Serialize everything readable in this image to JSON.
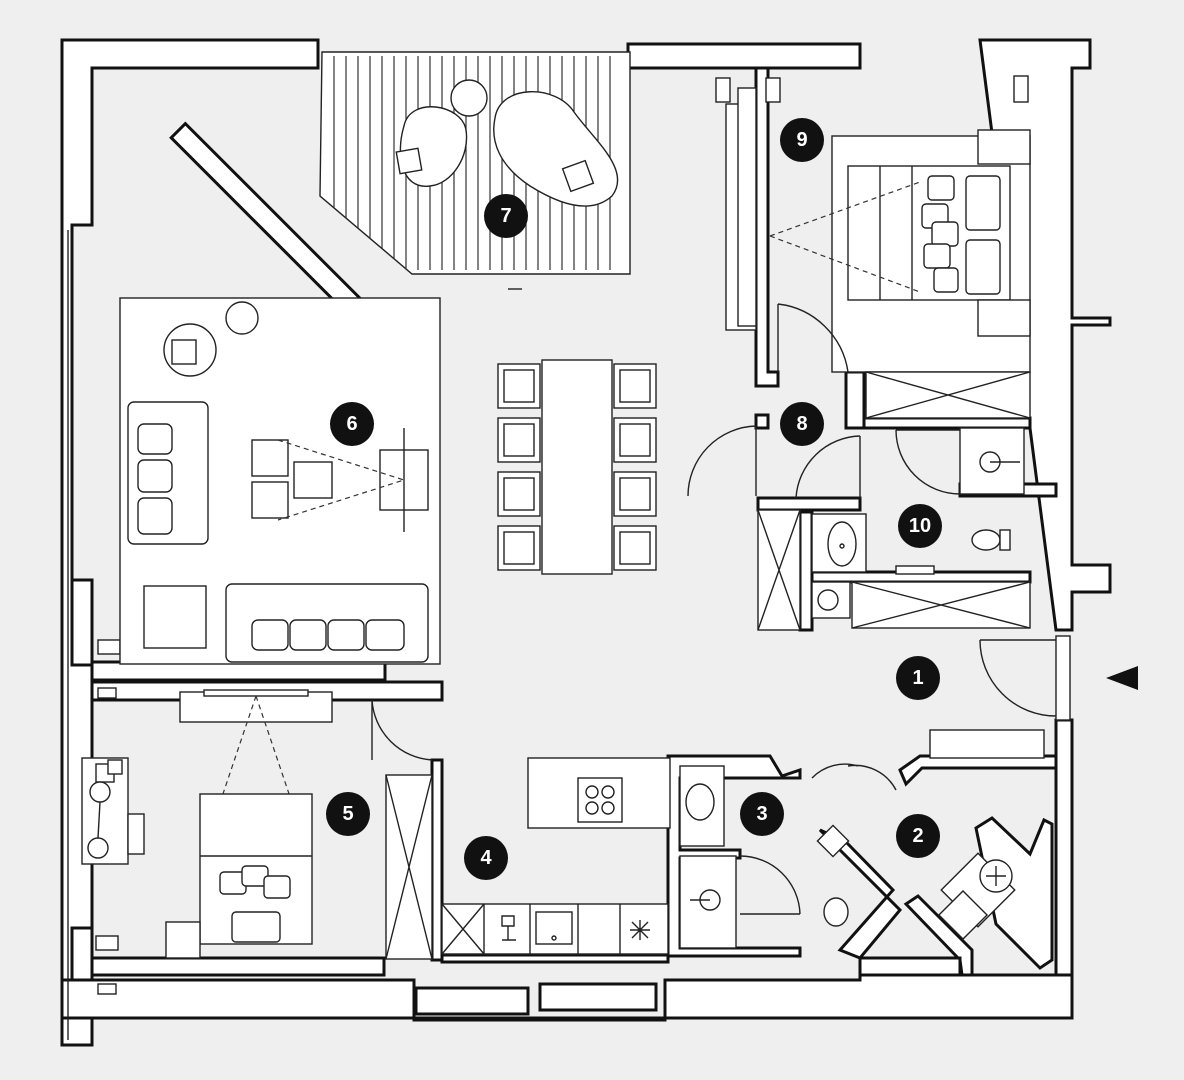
{
  "rooms": [
    {
      "id": "room-1",
      "label": "1"
    },
    {
      "id": "room-2",
      "label": "2"
    },
    {
      "id": "room-3",
      "label": "3"
    },
    {
      "id": "room-4",
      "label": "4"
    },
    {
      "id": "room-5",
      "label": "5"
    },
    {
      "id": "room-6",
      "label": "6"
    },
    {
      "id": "room-7",
      "label": "7"
    },
    {
      "id": "room-8",
      "label": "8"
    },
    {
      "id": "room-9",
      "label": "9"
    },
    {
      "id": "room-10",
      "label": "10"
    }
  ],
  "entrance_marker": "arrow-left-icon",
  "colors": {
    "background": "#efefef",
    "ink": "#111111",
    "fill": "#ffffff"
  }
}
